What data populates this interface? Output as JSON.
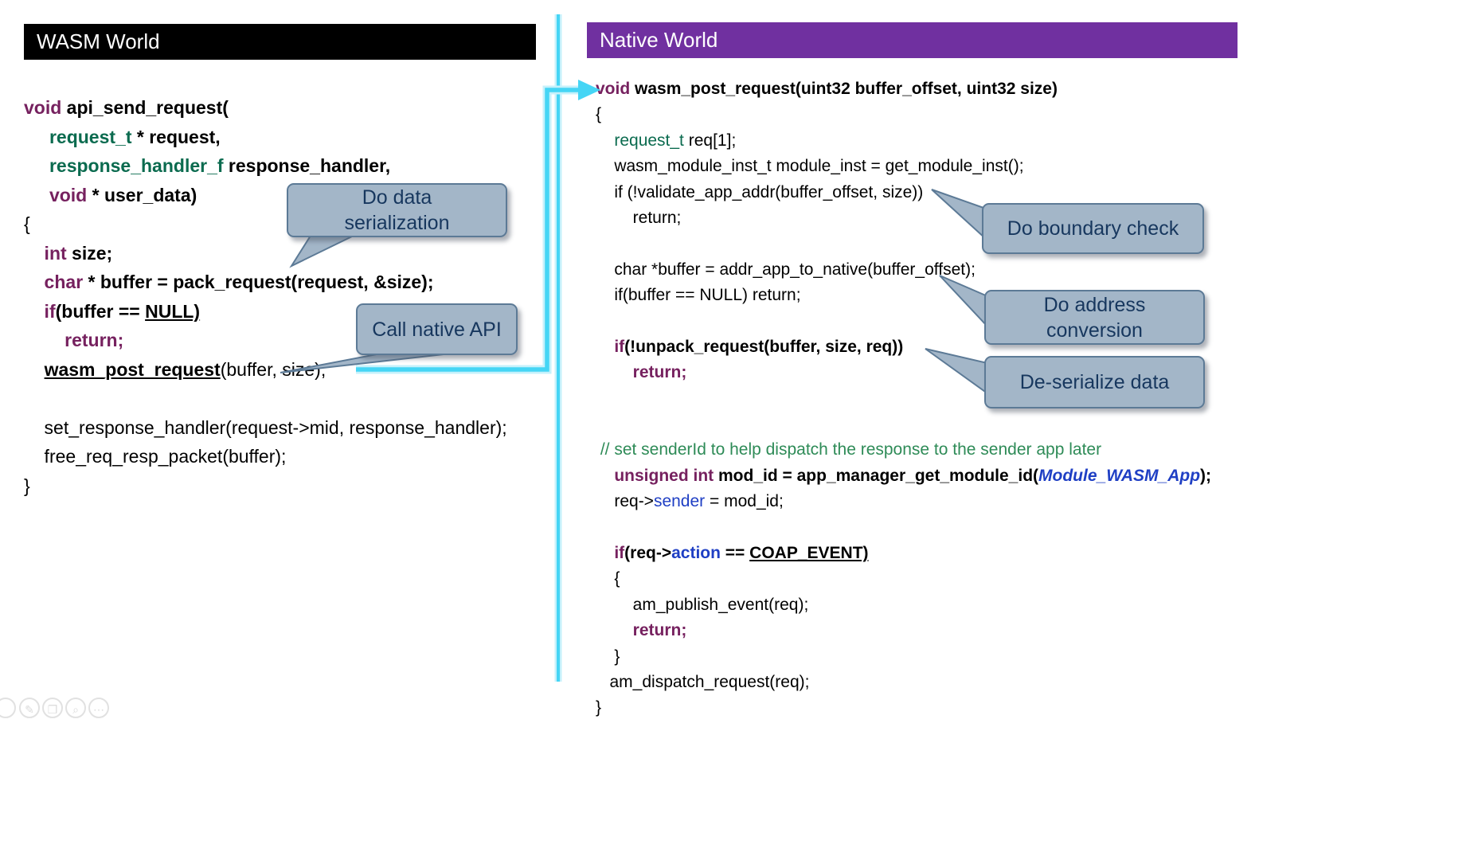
{
  "left_panel": {
    "header": "WASM World",
    "code": [
      {
        "seg": [
          {
            "s": "k",
            "t": "void"
          },
          {
            "s": "b",
            "t": " api_send_request("
          }
        ]
      },
      {
        "seg": [
          {
            "s": "t",
            "t": "     request_t"
          },
          {
            "s": "b",
            "t": " * request,"
          }
        ]
      },
      {
        "seg": [
          {
            "s": "t",
            "t": "     response_handler_f"
          },
          {
            "s": "b",
            "t": " response_handler,"
          }
        ]
      },
      {
        "seg": [
          {
            "s": "k",
            "t": "     void"
          },
          {
            "s": "b",
            "t": " * user_data)"
          }
        ]
      },
      {
        "seg": [
          {
            "s": "p",
            "t": "{"
          }
        ]
      },
      {
        "seg": [
          {
            "s": "k",
            "t": "    int"
          },
          {
            "s": "b",
            "t": " size;"
          }
        ]
      },
      {
        "seg": [
          {
            "s": "k",
            "t": "    char"
          },
          {
            "s": "b",
            "t": " * buffer = pack_request(request, &size);"
          }
        ]
      },
      {
        "seg": [
          {
            "s": "k",
            "t": "    if"
          },
          {
            "s": "b",
            "t": "(buffer == "
          },
          {
            "s": "u",
            "t": "NULL)"
          }
        ]
      },
      {
        "seg": [
          {
            "s": "k",
            "t": "        return;"
          }
        ]
      },
      {
        "seg": [
          {
            "s": "p",
            "t": "    "
          },
          {
            "s": "u",
            "t": "wasm_post_request"
          },
          {
            "s": "p",
            "t": "(buffer, size);"
          }
        ]
      },
      {
        "seg": []
      },
      {
        "seg": [
          {
            "s": "p",
            "t": "    set_response_handler(request->mid, response_handler);"
          }
        ]
      },
      {
        "seg": [
          {
            "s": "p",
            "t": "    free_req_resp_packet(buffer);"
          }
        ]
      },
      {
        "seg": [
          {
            "s": "p",
            "t": "}"
          }
        ]
      }
    ]
  },
  "right_panel": {
    "header": "Native World",
    "code": [
      {
        "seg": [
          {
            "s": "k",
            "t": "void"
          },
          {
            "s": "b",
            "t": " wasm_post_request(uint32 buffer_offset, uint32 size)"
          }
        ]
      },
      {
        "seg": [
          {
            "s": "p",
            "t": "{"
          }
        ]
      },
      {
        "seg": [
          {
            "s": "g",
            "t": "    request_t"
          },
          {
            "s": "p",
            "t": " req[1];"
          }
        ]
      },
      {
        "seg": [
          {
            "s": "p",
            "t": "    wasm_module_inst_t module_inst = get_module_inst();"
          }
        ]
      },
      {
        "seg": [
          {
            "s": "p",
            "t": "    if (!validate_app_addr(buffer_offset, size))"
          }
        ]
      },
      {
        "seg": [
          {
            "s": "p",
            "t": "        return;"
          }
        ]
      },
      {
        "seg": []
      },
      {
        "seg": [
          {
            "s": "p",
            "t": "    char *buffer = addr_app_to_native(buffer_offset);"
          }
        ]
      },
      {
        "seg": [
          {
            "s": "p",
            "t": "    if(buffer == NULL) return;"
          }
        ]
      },
      {
        "seg": []
      },
      {
        "seg": [
          {
            "s": "k",
            "t": "    if"
          },
          {
            "s": "b",
            "t": "(!unpack_request(buffer, size, req))"
          }
        ]
      },
      {
        "seg": [
          {
            "s": "k",
            "t": "        return;"
          }
        ]
      },
      {
        "seg": []
      },
      {
        "seg": []
      },
      {
        "seg": [
          {
            "s": "c",
            "t": " // set senderId to help dispatch the response to the sender app later"
          }
        ]
      },
      {
        "seg": [
          {
            "s": "k",
            "t": "    unsigned int"
          },
          {
            "s": "b",
            "t": " mod_id = app_manager_get_module_id("
          },
          {
            "s": "bi",
            "t": "Module_WASM_App"
          },
          {
            "s": "b",
            "t": ");"
          }
        ]
      },
      {
        "seg": [
          {
            "s": "p",
            "t": "    req->"
          },
          {
            "s": "bl",
            "t": "sender"
          },
          {
            "s": "p",
            "t": " = mod_id;"
          }
        ]
      },
      {
        "seg": []
      },
      {
        "seg": [
          {
            "s": "k",
            "t": "    if"
          },
          {
            "s": "b",
            "t": "(req->"
          },
          {
            "s": "blb",
            "t": "action"
          },
          {
            "s": "b",
            "t": " == "
          },
          {
            "s": "u",
            "t": "COAP_EVENT)"
          }
        ]
      },
      {
        "seg": [
          {
            "s": "p",
            "t": "    {"
          }
        ]
      },
      {
        "seg": [
          {
            "s": "p",
            "t": "        am_publish_event(req);"
          }
        ]
      },
      {
        "seg": [
          {
            "s": "k",
            "t": "        return;"
          }
        ]
      },
      {
        "seg": [
          {
            "s": "p",
            "t": "    }"
          }
        ]
      },
      {
        "seg": [
          {
            "s": "p",
            "t": "   am_dispatch_request(req);"
          }
        ]
      },
      {
        "seg": [
          {
            "s": "p",
            "t": "}"
          }
        ]
      }
    ]
  },
  "callouts": {
    "serialization": {
      "text": "Do data\nserialization"
    },
    "call_native": {
      "text": "Call native API"
    },
    "boundary": {
      "text": "Do boundary check"
    },
    "address": {
      "text": "Do address\nconversion"
    },
    "deserialize": {
      "text": "De-serialize data"
    }
  },
  "toolbar": {
    "icons": [
      {
        "name": "pointer-tool",
        "glyph": ""
      },
      {
        "name": "pen-tool",
        "glyph": "✎"
      },
      {
        "name": "duplicate-tool",
        "glyph": "❐"
      },
      {
        "name": "zoom-tool",
        "glyph": "⌕"
      },
      {
        "name": "more-tools",
        "glyph": "⋯"
      }
    ]
  },
  "colors": {
    "wasm_header_bg": "#000000",
    "native_header_bg": "#7030A0",
    "header_text": "#FFFFFF",
    "callout_fill": "#A3B6C8",
    "callout_border": "#5C7A96",
    "callout_text": "#17375E",
    "arrow_cyan": "#45D5F5",
    "arrow_halo": "#C6F1FB",
    "keyword": "#76215F",
    "type_green": "#0B6B4F",
    "comment_green": "#2E8B57",
    "ident_blue": "#1F3FC4"
  }
}
